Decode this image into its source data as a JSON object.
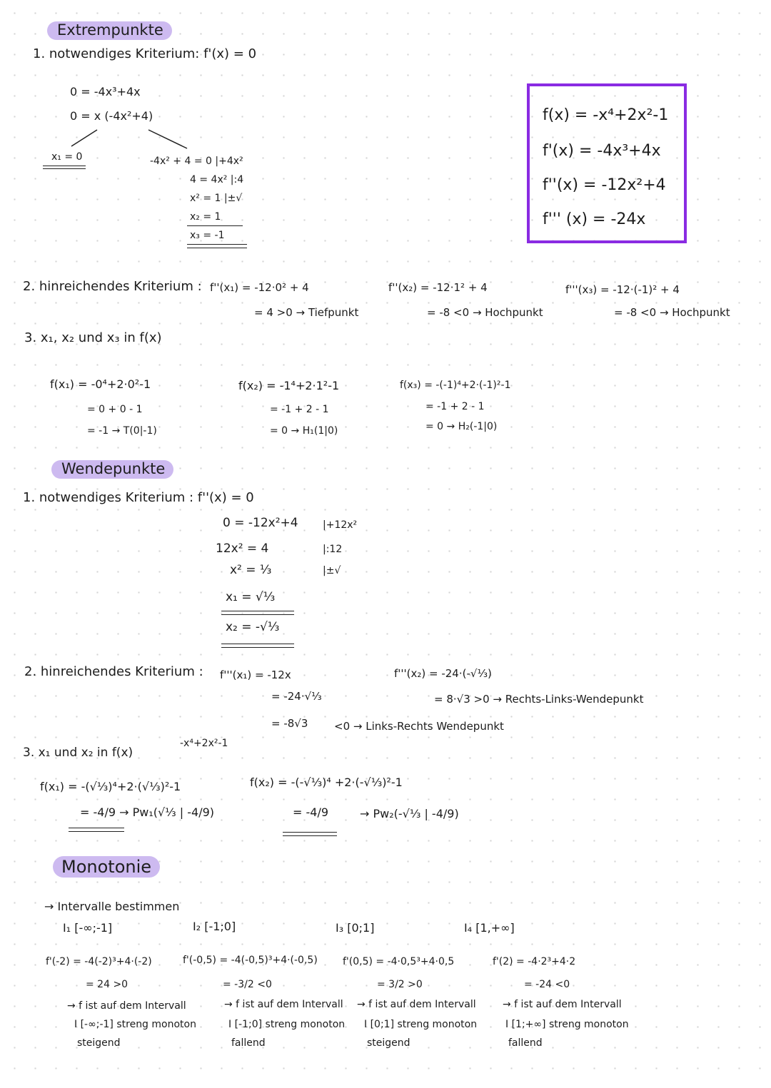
{
  "colors": {
    "heading_highlight": "#cdbaf0",
    "box_border": "#8a2be2",
    "ink": "#1c1c1c"
  },
  "extrem": {
    "heading": "Extrempunkte",
    "notw": "1. notwendiges Kriterium: f'(x) = 0",
    "eq1": "0 = -4x³+4x",
    "eq2": "0 = x (-4x²+4)",
    "x1": "x₁ = 0",
    "r1": "-4x² + 4 = 0   |+4x²",
    "r2": "4 = 4x² |:4",
    "r3": "x² = 1   |±√",
    "r4": "x₂ = 1",
    "r5": "x₃ = -1",
    "hin_label": "2. hinreichendes Kriterium :",
    "h1a": "f''(x₁) = -12·0² + 4",
    "h1b": "= 4  >0 → Tiefpunkt",
    "h2a": "f''(x₂) = -12·1² + 4",
    "h2b": "= -8  <0 → Hochpunkt",
    "h3a": "f'''(x₃) = -12·(-1)² + 4",
    "h3b": "= -8 <0 → Hochpunkt",
    "s3": "3.  x₁, x₂ und x₃ in f(x)",
    "f1a": "f(x₁) = -0⁴+2·0²-1",
    "f1b": "= 0 + 0 - 1",
    "f1c": "= -1  → T(0|-1)",
    "f2a": "f(x₂) = -1⁴+2·1²-1",
    "f2b": "= -1 + 2 - 1",
    "f2c": "= 0 → H₁(1|0)",
    "f3a": "f(x₃) = -(-1)⁴+2·(-1)²-1",
    "f3b": "= -1 + 2 - 1",
    "f3c": "= 0   → H₂(-1|0)"
  },
  "box": {
    "l1": "f(x) = -x⁴+2x²-1",
    "l2": "f'(x) = -4x³+4x",
    "l3": "f''(x) = -12x²+4",
    "l4": "f''' (x) = -24x"
  },
  "wende": {
    "heading": "Wendepunkte",
    "notw": "1. notwendiges Kriterium : f''(x) = 0",
    "w1": "0 = -12x²+4",
    "w1n": "|+12x²",
    "w2": "12x² = 4",
    "w2n": "|:12",
    "w3": "x² = ⅓",
    "w3n": "|±√",
    "w4": "x₁ = √⅓",
    "w5": "x₂ = -√⅓",
    "hin_label": "2. hinreichendes Kriterium :",
    "h1a": "f'''(x₁) = -12x",
    "h1b": "= -24·√⅓",
    "h1c": "= -8√3",
    "h1d": "<0 → Links-Rechts Wendepunkt",
    "h2a": "f'''(x₂) = -24·(-√⅓)",
    "h2b": "= 8·√3  >0 → Rechts-Links-Wendepunkt",
    "s3": "3. x₁ und x₂  in f(x)",
    "s3note": "-x⁴+2x²-1",
    "f1a": "f(x₁) = -(√⅓)⁴+2·(√⅓)²-1",
    "f1b": "= -4/9  → Pw₁(√⅓ | -4/9)",
    "f2a": "f(x₂) = -(-√⅓)⁴ +2·(-√⅓)²-1",
    "f2b": "= -4/9",
    "f2c": "→ Pw₂(-√⅓ | -4/9)"
  },
  "mono": {
    "heading": "Monotonie",
    "sub": "→ Intervalle bestimmen",
    "i1": "I₁ [-∞;-1]",
    "i2": "I₂ [-1;0]",
    "i3": "I₃ [0;1]",
    "i4": "I₄ [1,+∞]",
    "c1a": "f'(-2) = -4(-2)³+4·(-2)",
    "c1b": "= 24 >0",
    "c2a": "f'(-0,5) = -4(-0,5)³+4·(-0,5)",
    "c2b": "= -3/2  <0",
    "c3a": "f'(0,5) = -4·0,5³+4·0,5",
    "c3b": "= 3/2  >0",
    "c4a": "f'(2) = -4·2³+4·2",
    "c4b": "= -24 <0",
    "t1a": "→ f ist auf dem Intervall",
    "t1b": "I [-∞;-1] streng monoton",
    "t1c": "steigend",
    "t2a": "→ f ist auf dem Intervall",
    "t2b": "I [-1;0] streng monoton",
    "t2c": "fallend",
    "t3a": "→ f ist auf dem Intervall",
    "t3b": "I [0;1] streng monoton",
    "t3c": "steigend",
    "t4a": "→ f ist auf dem Intervall",
    "t4b": "I [1;+∞] streng monoton",
    "t4c": "fallend"
  }
}
